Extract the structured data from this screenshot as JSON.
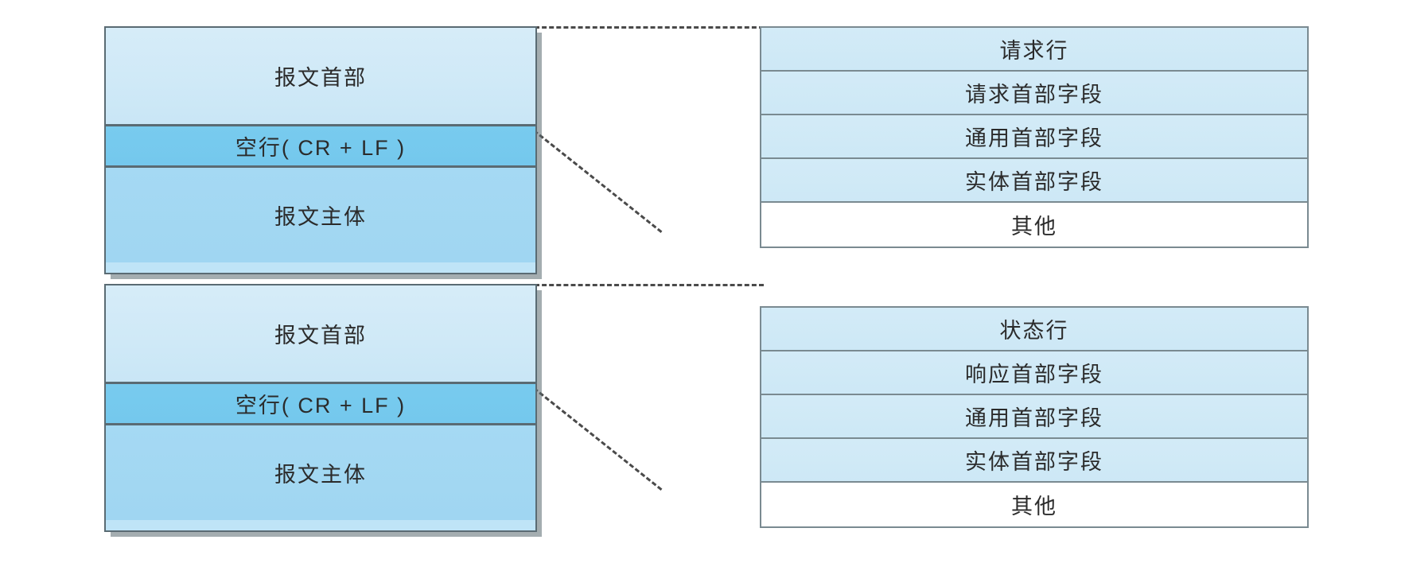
{
  "diagram": {
    "type": "http-message-structure",
    "groups": [
      {
        "id": "request",
        "message_box": {
          "rows": [
            {
              "label": "报文首部",
              "fill": "#cfe9f7"
            },
            {
              "label": "空行( CR + LF )",
              "fill": "#74c8ed"
            },
            {
              "label": "报文主体",
              "fill": "#a0d6f2"
            }
          ]
        },
        "detail_panel": {
          "rows": [
            {
              "label": "请求行",
              "fill": "#cde8f6"
            },
            {
              "label": "请求首部字段",
              "fill": "#cde8f6"
            },
            {
              "label": "通用首部字段",
              "fill": "#cde8f6"
            },
            {
              "label": "实体首部字段",
              "fill": "#cde8f6"
            },
            {
              "label": "其他",
              "fill": "#ffffff"
            }
          ]
        }
      },
      {
        "id": "response",
        "message_box": {
          "rows": [
            {
              "label": "报文首部",
              "fill": "#cfe9f7"
            },
            {
              "label": "空行( CR + LF )",
              "fill": "#74c8ed"
            },
            {
              "label": "报文主体",
              "fill": "#a0d6f2"
            }
          ]
        },
        "detail_panel": {
          "rows": [
            {
              "label": "状态行",
              "fill": "#cde8f6"
            },
            {
              "label": "响应首部字段",
              "fill": "#cde8f6"
            },
            {
              "label": "通用首部字段",
              "fill": "#cde8f6"
            },
            {
              "label": "实体首部字段",
              "fill": "#cde8f6"
            },
            {
              "label": "其他",
              "fill": "#ffffff"
            }
          ]
        }
      }
    ],
    "colors": {
      "border": "#5a6b73",
      "panel_border": "#7a8a91",
      "connector": "#4a4a4a",
      "background": "#ffffff"
    }
  }
}
